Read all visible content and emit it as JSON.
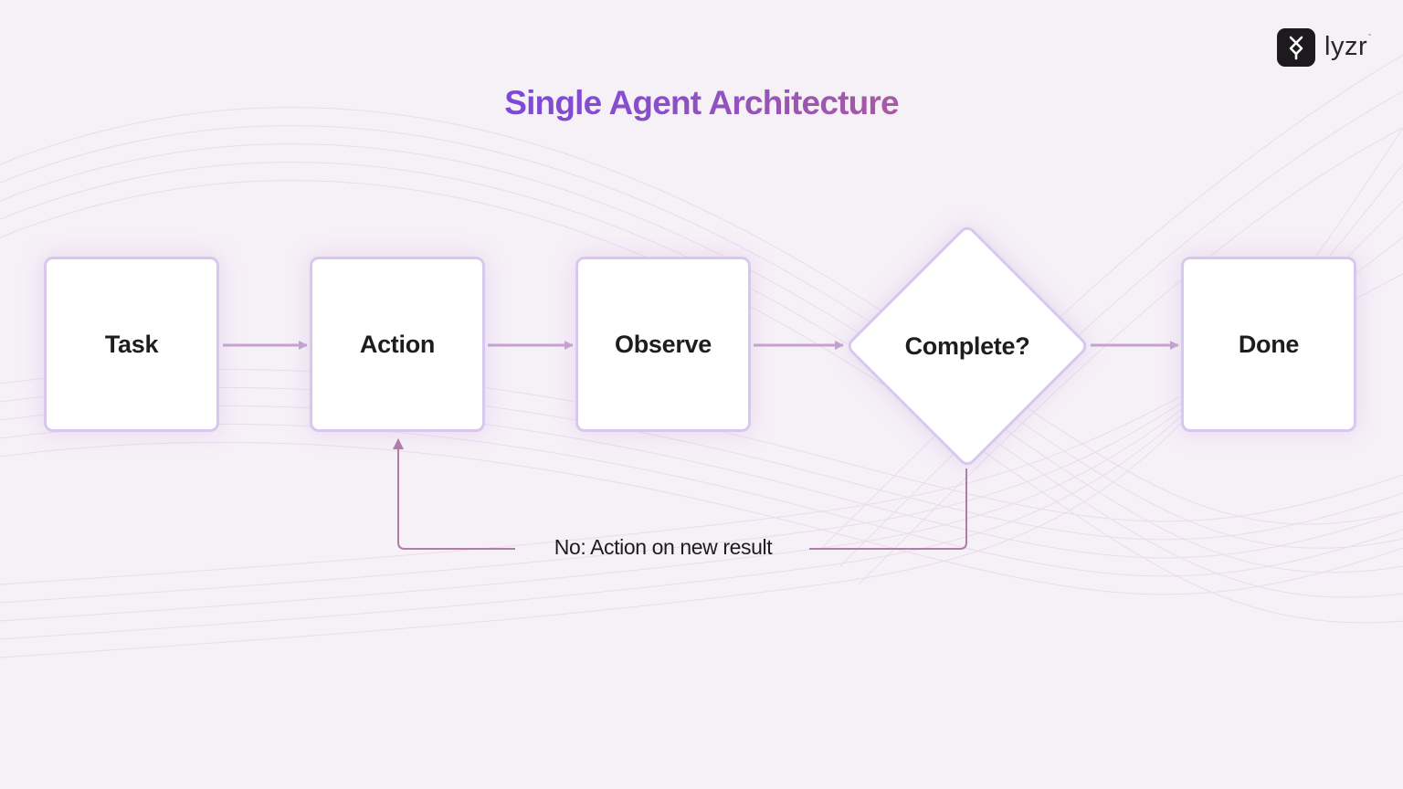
{
  "title": "Single Agent Architecture",
  "brand": {
    "name": "lyzr",
    "trademark": "°",
    "icon": "lyzr-logo-icon"
  },
  "nodes": [
    {
      "id": "task",
      "label": "Task",
      "shape": "rounded-rect"
    },
    {
      "id": "action",
      "label": "Action",
      "shape": "rounded-rect"
    },
    {
      "id": "observe",
      "label": "Observe",
      "shape": "rounded-rect"
    },
    {
      "id": "complete",
      "label": "Complete?",
      "shape": "diamond"
    },
    {
      "id": "done",
      "label": "Done",
      "shape": "rounded-rect"
    }
  ],
  "edges": [
    {
      "from": "task",
      "to": "action",
      "label": ""
    },
    {
      "from": "action",
      "to": "observe",
      "label": ""
    },
    {
      "from": "observe",
      "to": "complete",
      "label": ""
    },
    {
      "from": "complete",
      "to": "done",
      "label": ""
    },
    {
      "from": "complete",
      "to": "action",
      "label": "No: Action on new result"
    }
  ],
  "colors": {
    "background": "#f6f0f7",
    "node_border": "#d8c8ee",
    "arrow": "#c4a3cf",
    "loop_line": "#b07ca8",
    "title_start": "#7a4ad8",
    "title_end": "#a85aa3",
    "text": "#1e1c1f"
  }
}
